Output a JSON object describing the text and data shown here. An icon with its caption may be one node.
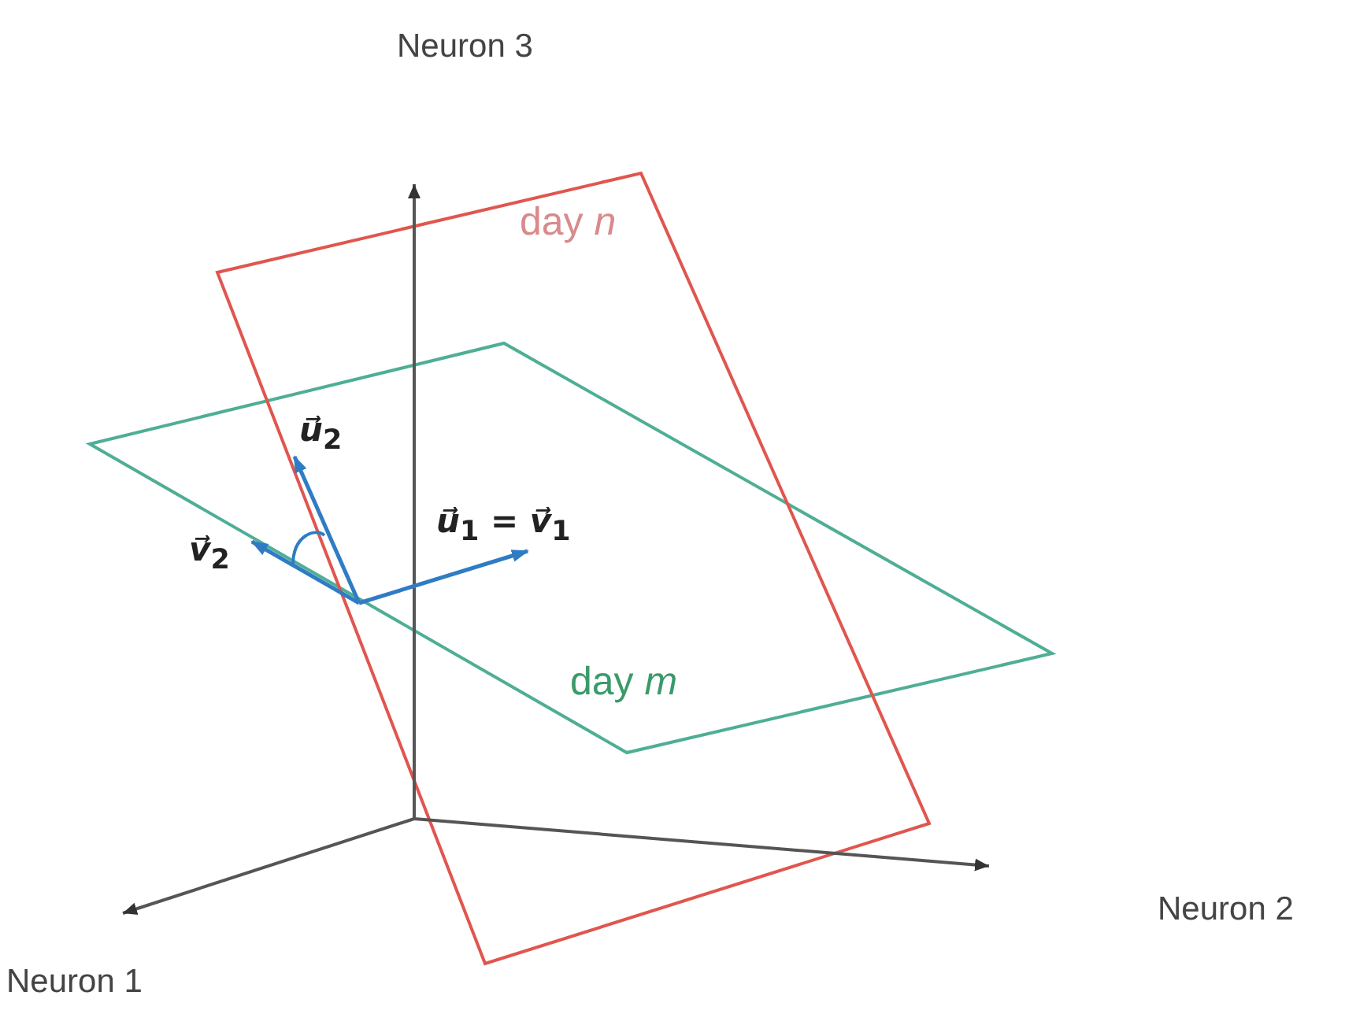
{
  "diagram": {
    "labels": [
      "Neuron 3",
      "day *n*",
      "*u⃗*$_{2}$",
      "*u⃗*$_{1}$ = *v⃗*$_{1}$",
      "*v⃗*$_{2}$",
      "day *m*",
      "Neuron 2",
      "Neuron 1"
    ]
  }
}
